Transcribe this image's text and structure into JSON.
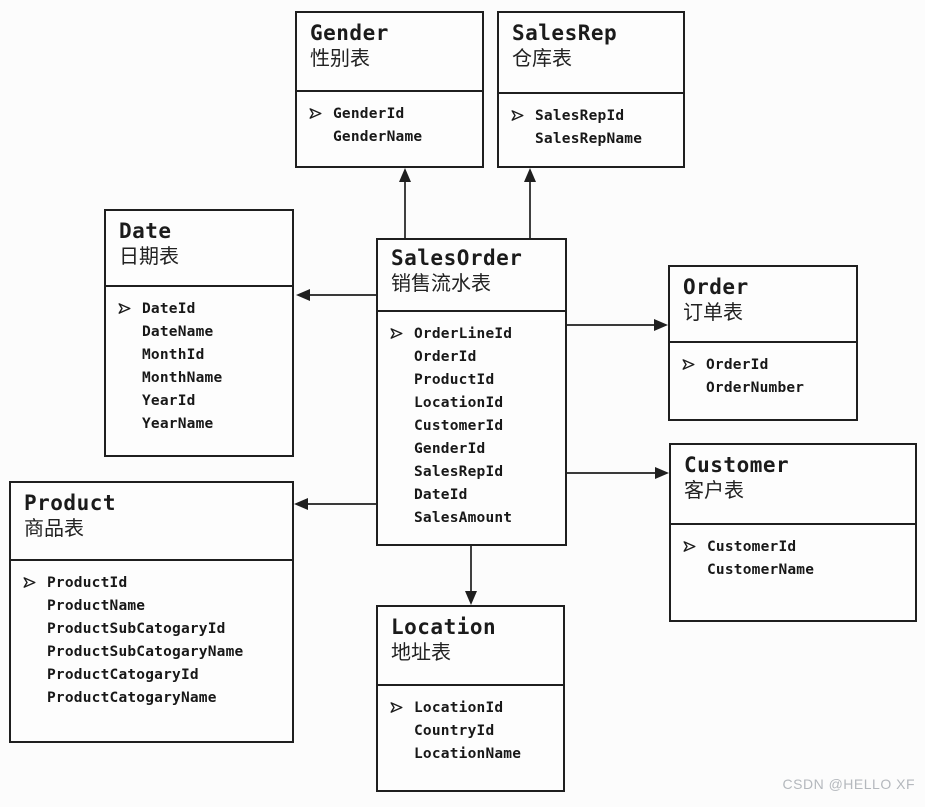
{
  "tables": [
    {
      "name": "Gender",
      "cn": "性别表",
      "fields": [
        "GenderId",
        "GenderName"
      ]
    },
    {
      "name": "SalesRep",
      "cn": "仓库表",
      "fields": [
        "SalesRepId",
        "SalesRepName"
      ]
    },
    {
      "name": "Date",
      "cn": "日期表",
      "fields": [
        "DateId",
        "DateName",
        "MonthId",
        "MonthName",
        "YearId",
        "YearName"
      ]
    },
    {
      "name": "SalesOrder",
      "cn": "销售流水表",
      "fields": [
        "OrderLineId",
        "OrderId",
        "ProductId",
        "LocationId",
        "CustomerId",
        "GenderId",
        "SalesRepId",
        "DateId",
        "SalesAmount"
      ]
    },
    {
      "name": "Order",
      "cn": "订单表",
      "fields": [
        "OrderId",
        "OrderNumber"
      ]
    },
    {
      "name": "Customer",
      "cn": "客户表",
      "fields": [
        "CustomerId",
        "CustomerName"
      ]
    },
    {
      "name": "Product",
      "cn": "商品表",
      "fields": [
        "ProductId",
        "ProductName",
        "ProductSubCatogaryId",
        "ProductSubCatogaryName",
        "ProductCatogaryId",
        "ProductCatogaryName"
      ]
    },
    {
      "name": "Location",
      "cn": "地址表",
      "fields": [
        "LocationId",
        "CountryId",
        "LocationName"
      ]
    }
  ],
  "watermark": "CSDN @HELLO XF",
  "colors": {
    "line": "#1f1f1f",
    "background": "#fcfcfc",
    "watermark": "#b4b8bd"
  }
}
